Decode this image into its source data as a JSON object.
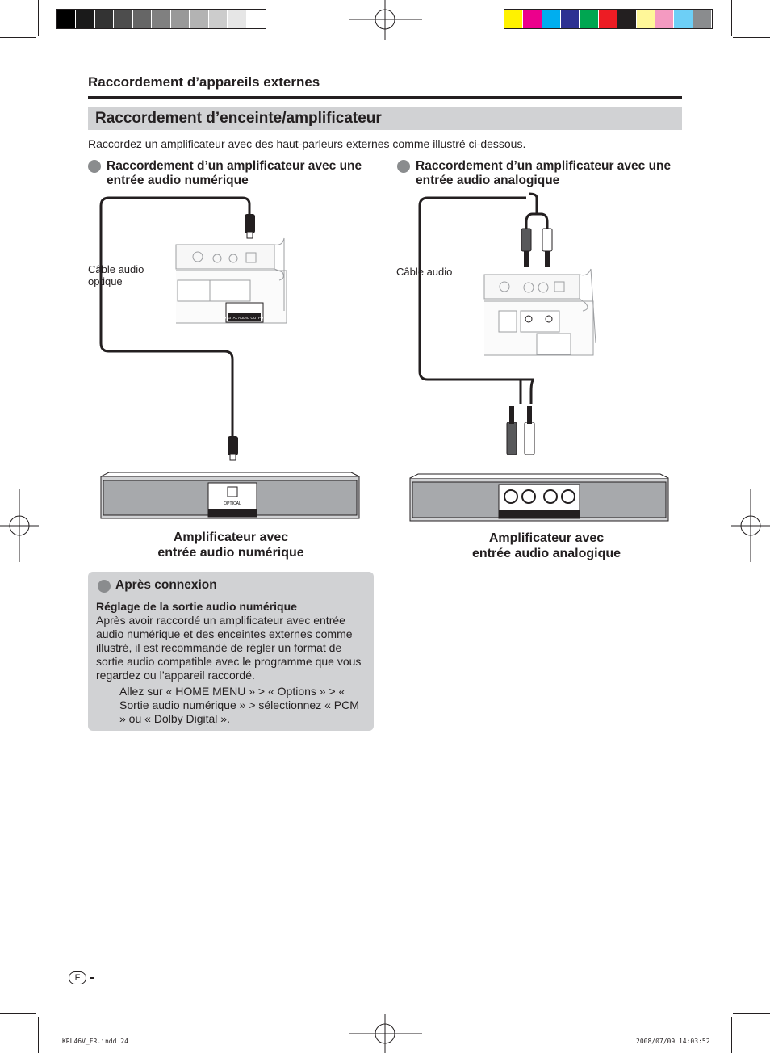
{
  "calibration": {
    "gray_swatches": [
      "#000000",
      "#1a1a1a",
      "#333333",
      "#4d4d4d",
      "#666666",
      "#808080",
      "#999999",
      "#b3b3b3",
      "#cccccc",
      "#e6e6e6",
      "#ffffff"
    ],
    "color_swatches": [
      "#fff200",
      "#ec008c",
      "#00aeef",
      "#2e3192",
      "#00a651",
      "#ed1c24",
      "#231f20",
      "#fff799",
      "#f49ac1",
      "#6dcff6",
      "#8a8c8e"
    ]
  },
  "header": {
    "section_title": "Raccordement d’appareils externes",
    "band_title": "Raccordement d’enceinte/amplificateur",
    "intro": "Raccordez un amplificateur avec des haut-parleurs externes comme illustré ci-dessous."
  },
  "digital": {
    "heading": "Raccordement d’un amplificateur avec une entrée audio numérique",
    "cable_label": "Câble audio optique",
    "tv_port_label": "DIGITAL AUDIO OUTPUT",
    "amp_port_label": "OPTICAL",
    "amp_label_line1": "Amplificateur avec",
    "amp_label_line2": "entrée audio numérique"
  },
  "analog": {
    "heading": "Raccordement d’un amplificateur avec une entrée audio analogique",
    "cable_label": "Câble audio",
    "amp_label_line1": "Amplificateur avec",
    "amp_label_line2": "entrée audio analogique"
  },
  "note": {
    "title": "Après connexion",
    "subtitle": "Réglage de la sortie audio numérique",
    "body": "Après avoir raccordé un amplificateur avec entrée audio numérique et des enceintes externes comme illustré, il est recommandé de régler un format de sortie audio compatible avec le programme que vous regardez ou l’appareil raccordé.",
    "steps": "Allez sur « HOME MENU » > « Options » > « Sortie audio numérique » > sélectionnez « PCM » ou « Dolby Digital »."
  },
  "footer": {
    "page_letter": "F",
    "file_info": "KRL46V_FR.indd   24",
    "timestamp": "2008/07/09   14:03:52"
  }
}
